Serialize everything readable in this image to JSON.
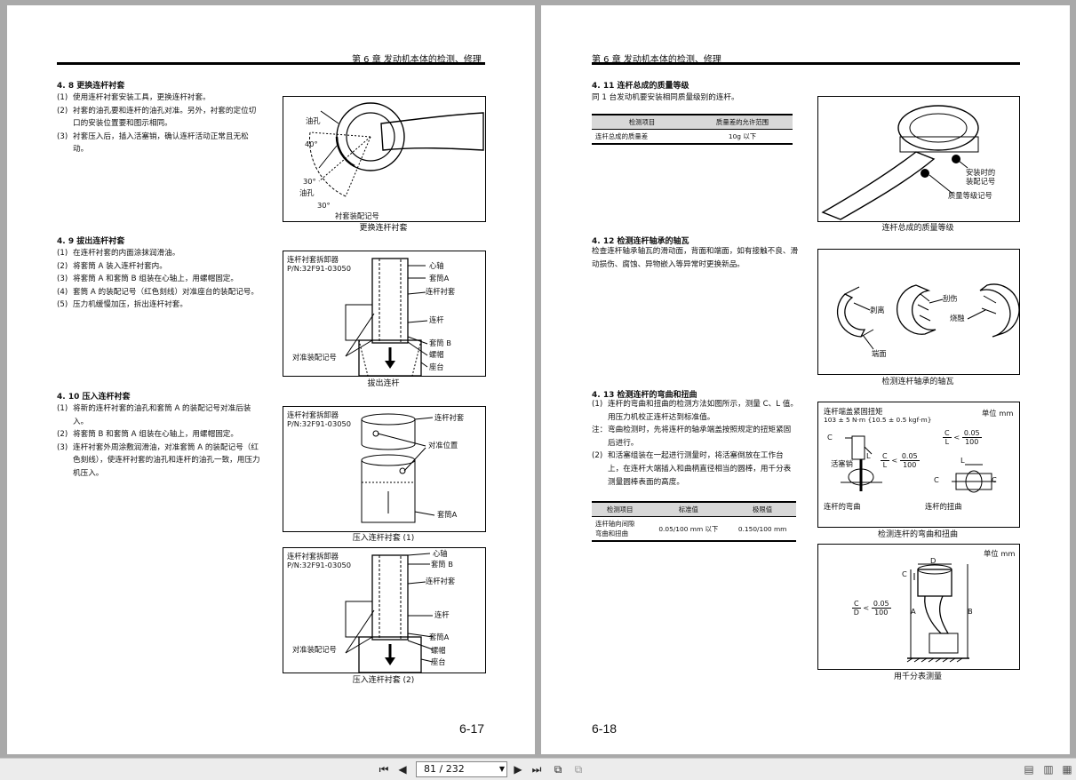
{
  "left": {
    "header": "第 6 章  发动机本体的检测、修理",
    "page_number": "6-17",
    "s48": {
      "title": "4. 8  更换连杆衬套",
      "items": [
        {
          "n": "(1)",
          "t": "使用连杆衬套安装工具，更换连杆衬套。"
        },
        {
          "n": "(2)",
          "t": "衬套的油孔要和连杆的油孔对准。另外，衬套的定位切口的安装位置要和图示相同。"
        },
        {
          "n": "(3)",
          "t": "衬套压入后，插入活塞销，确认连杆活动正常且无松动。"
        }
      ],
      "fig": {
        "labels": [
          "油孔",
          "40°",
          "30°",
          "油孔",
          "30°",
          "衬套装配记号"
        ],
        "caption": "更换连杆衬套"
      }
    },
    "s49": {
      "title": "4. 9  拔出连杆衬套",
      "items": [
        {
          "n": "(1)",
          "t": "在连杆衬套的内面涂抹润滑油。"
        },
        {
          "n": "(2)",
          "t": "将套筒 A 装入连杆衬套内。"
        },
        {
          "n": "(3)",
          "t": "将套筒 A 和套筒 B 组装在心轴上，用螺帽固定。"
        },
        {
          "n": "(4)",
          "t": "套筒 A 的装配记号（红色刻线）对准座台的装配记号。"
        },
        {
          "n": "(5)",
          "t": "压力机缓慢加压，拆出连杆衬套。"
        }
      ],
      "fig": {
        "labels": [
          "连杆衬套拆卸器",
          "P/N:32F91-03050",
          "心轴",
          "套筒A",
          "连杆衬套",
          "连杆",
          "套筒 B",
          "螺帽",
          "座台",
          "对准装配记号"
        ],
        "caption": "拔出连杆"
      }
    },
    "s410": {
      "title": "4. 10 压入连杆衬套",
      "items": [
        {
          "n": "(1)",
          "t": "将新的连杆衬套的油孔和套筒 A 的装配记号对准后装入。"
        },
        {
          "n": "(2)",
          "t": "将套筒 B 和套筒 A 组装在心轴上，用螺帽固定。"
        },
        {
          "n": "(3)",
          "t": "连杆衬套外周涂敷润滑油，对准套筒 A 的装配记号（红色刻线），使连杆衬套的油孔和连杆的油孔一致，用压力机压入。"
        }
      ],
      "fig1": {
        "labels": [
          "连杆衬套拆卸器",
          "P/N:32F91-03050",
          "连杆衬套",
          "对准位置",
          "套筒A"
        ],
        "caption": "压入连杆衬套 (1)"
      },
      "fig2": {
        "labels": [
          "连杆衬套拆卸器",
          "P/N:32F91-03050",
          "心轴",
          "套筒 B",
          "连杆衬套",
          "连杆",
          "套筒A",
          "螺帽",
          "座台",
          "对准装配记号"
        ],
        "caption": "压入连杆衬套 (2)"
      }
    }
  },
  "right": {
    "header": "第 6 章  发动机本体的检测、修理",
    "page_number": "6-18",
    "s411": {
      "title": "4. 11 连杆总成的质量等级",
      "text": "同 1 台发动机要安装相同质量级别的连杆。",
      "table": {
        "headers": [
          "检测项目",
          "质量差的允许范围"
        ],
        "rows": [
          [
            "连杆总成的质量差",
            "10g 以下"
          ]
        ]
      },
      "fig": {
        "labels": [
          "安装时的",
          "装配记号",
          "质量等级记号"
        ],
        "caption": "连杆总成的质量等级"
      }
    },
    "s412": {
      "title": "4. 12 检测连杆轴承的轴瓦",
      "text": "检查连杆轴承轴瓦的滑动面，背面和端面，如有接触不良、滑动损伤、腐蚀、异物嵌入等异常时更换新品。",
      "fig": {
        "labels": [
          "剥离",
          "刮伤",
          "烧融",
          "端面"
        ],
        "caption": "检测连杆轴承的轴瓦"
      }
    },
    "s413": {
      "title": "4. 13 检测连杆的弯曲和扭曲",
      "items": [
        {
          "n": "(1)",
          "t": "连杆的弯曲和扭曲的检测方法如图所示，测量 C、L 值。用压力机校正连杆达到标准值。"
        },
        {
          "n": "注：",
          "t": "弯曲检测时，先将连杆的轴承端盖按照规定的扭矩紧固后进行。"
        },
        {
          "n": "(2)",
          "t": "和活塞组装在一起进行测量时，将活塞倒放在工作台上，在连杆大端插入和曲柄直径相当的圆棒，用千分表测量圆棒表面的高度。"
        }
      ],
      "table": {
        "headers": [
          "检测项目",
          "标准值",
          "极限值"
        ],
        "rows": [
          [
            "连杆轴向间隙\n弯曲和扭曲",
            "0.05/100 mm 以下",
            "0.150/100 mm"
          ]
        ]
      },
      "fig1": {
        "labels": [
          "连杆端盖紧固扭矩",
          "103 ± 5 N·m {10.5 ± 0.5 kgf·m}",
          "单位 mm",
          "C",
          "L",
          "活塞销",
          "连杆的弯曲",
          "连杆的扭曲",
          "C",
          "L",
          "C"
        ],
        "frac1": {
          "num": "C",
          "den": "L",
          "rel": "<",
          "rnum": "0.05",
          "rden": "100"
        },
        "frac2": {
          "num": "C",
          "den": "L",
          "rel": "<",
          "rnum": "0.05",
          "rden": "100"
        },
        "caption": "检测连杆的弯曲和扭曲"
      },
      "fig2": {
        "labels": [
          "单位 mm",
          "C",
          "D",
          "A",
          "B"
        ],
        "frac": {
          "num": "C",
          "den": "D",
          "rel": "<",
          "rnum": "0.05",
          "rden": "100"
        },
        "caption": "用千分表测量"
      }
    }
  },
  "toolbar": {
    "page_field": "81 / 232",
    "icons": [
      "first-page-icon",
      "prev-page-icon",
      "next-page-icon",
      "last-page-icon",
      "rotate-icon",
      "rotate-back-icon",
      "single-page-icon",
      "continuous-icon",
      "facing-pages-icon"
    ]
  }
}
